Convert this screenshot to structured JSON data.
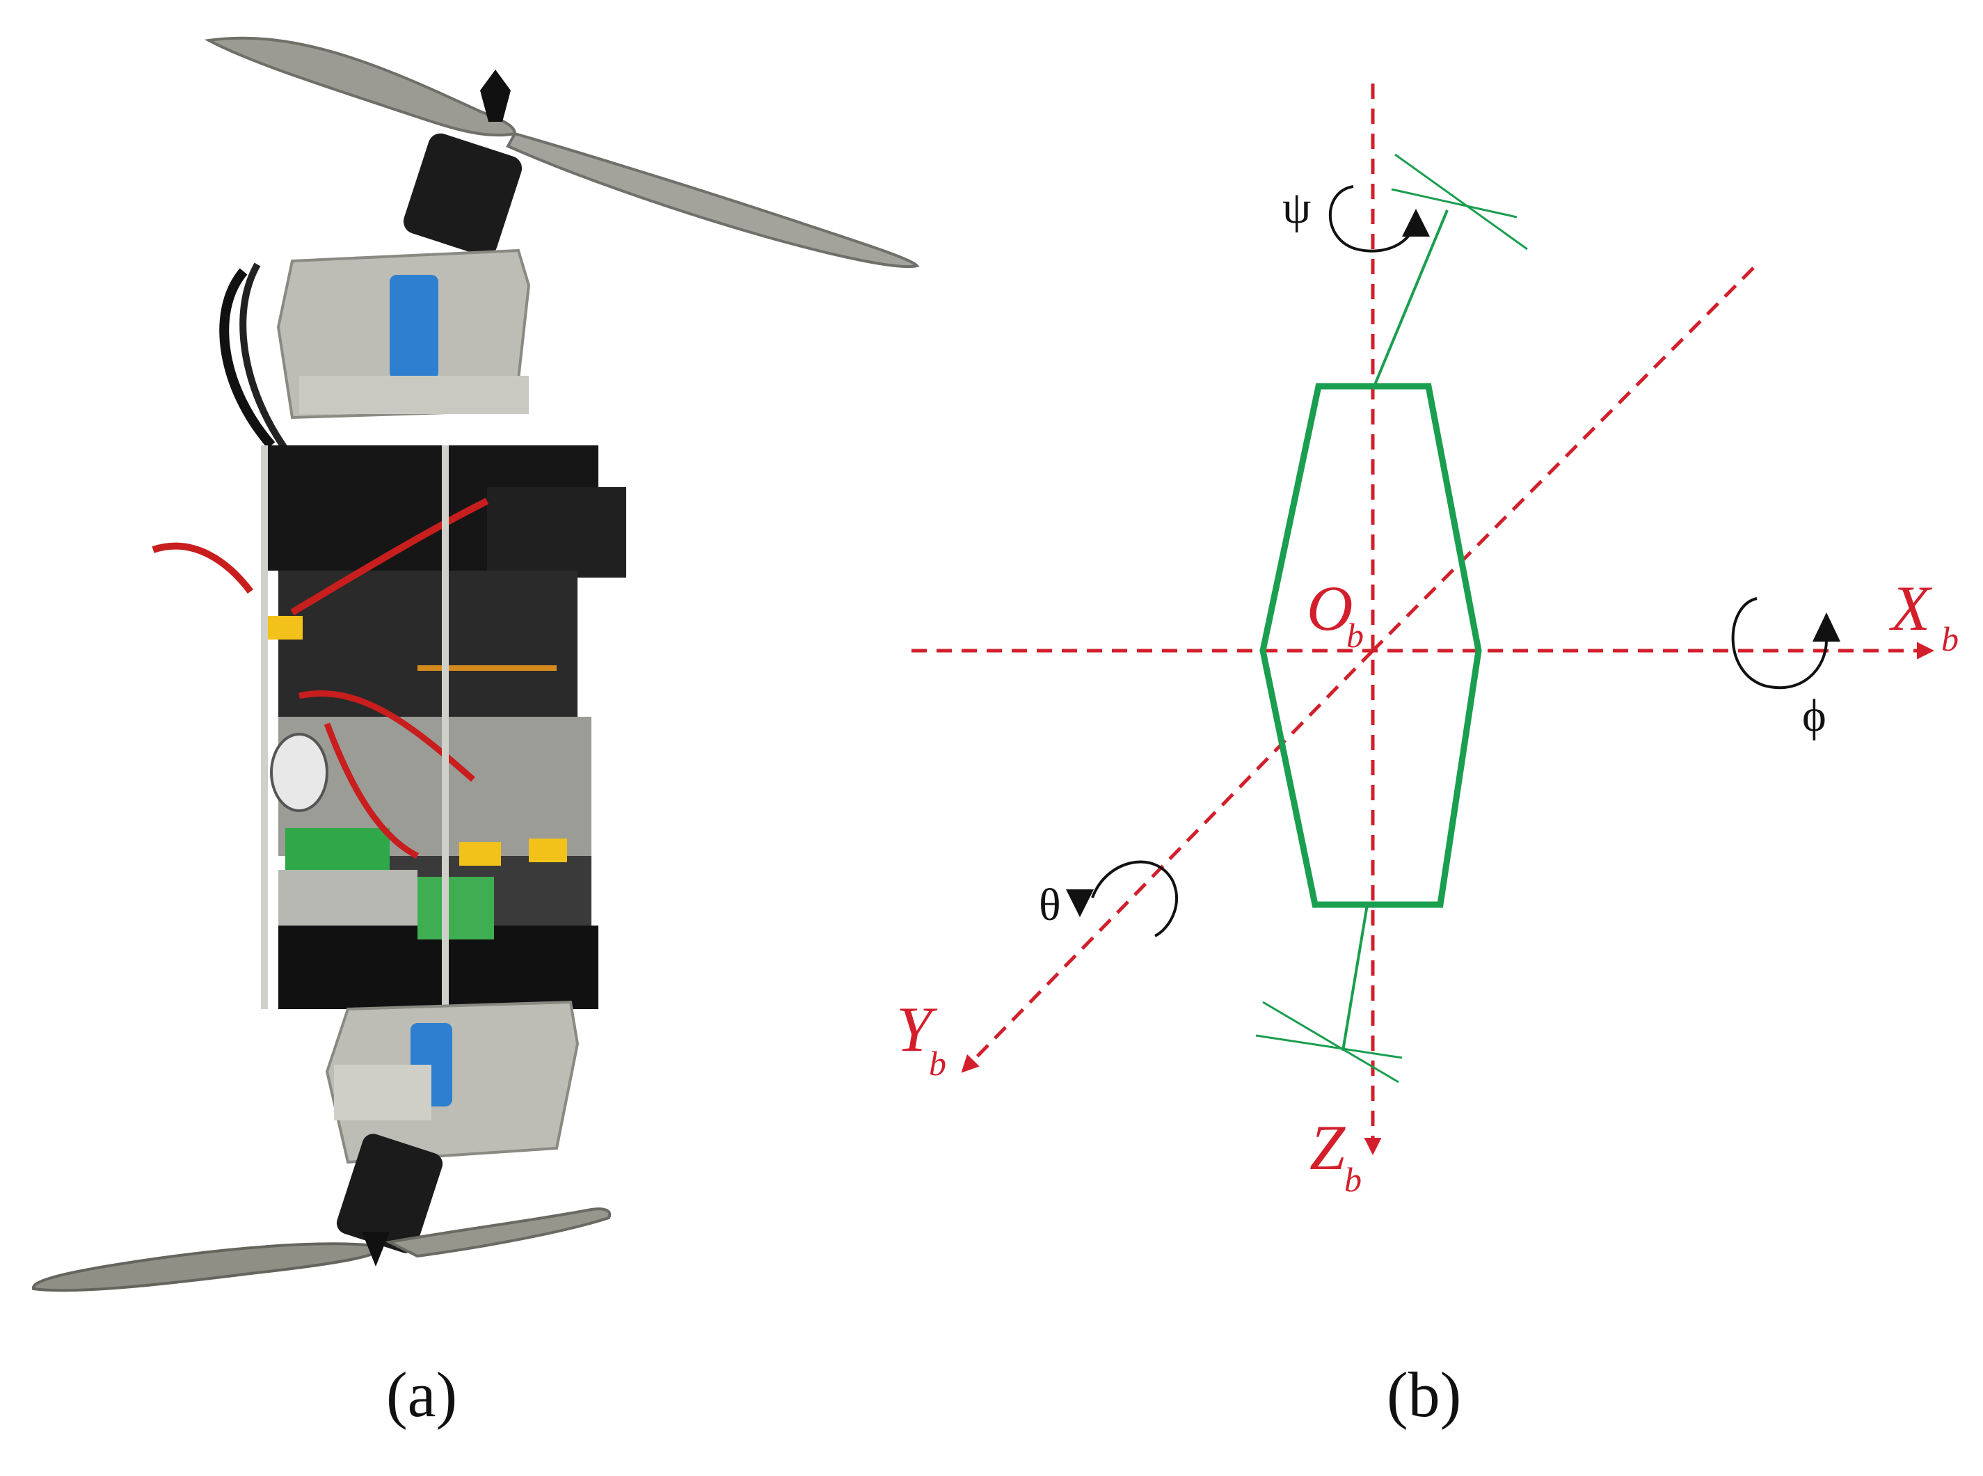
{
  "panel_a": {
    "caption": "(a)"
  },
  "panel_b": {
    "caption": "(b)",
    "origin_label": "O",
    "origin_sub": "b",
    "x_axis_label": "X",
    "x_axis_sub": "b",
    "y_axis_label": "Y",
    "y_axis_sub": "b",
    "z_axis_label": "Z",
    "z_axis_sub": "b",
    "yaw_symbol": "ψ",
    "roll_symbol": "ϕ",
    "pitch_symbol": "θ"
  },
  "colors": {
    "axis": "#d21f2b",
    "frame": "#1a9e4f",
    "arrow": "#111111"
  }
}
